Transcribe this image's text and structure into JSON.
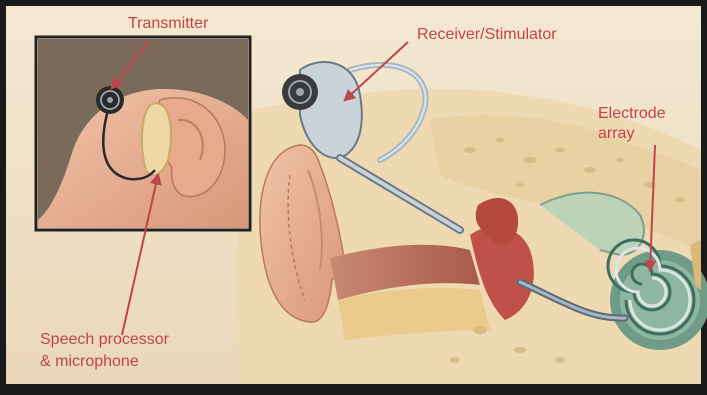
{
  "labels": {
    "transmitter": "Transmitter",
    "receiver": "Receiver/Stimulator",
    "electrode_line1": "Electrode",
    "electrode_line2": "array",
    "processor_line1": "Speech processor",
    "processor_line2": "& microphone"
  },
  "colors": {
    "label_text": "#c0444a",
    "arrow": "#c0444a",
    "frame": "#1a1a1a",
    "background": "#f1e3c9",
    "skin": "#e9b597",
    "hair": "#7a6a5a",
    "device": "#3a3a3a",
    "cochlea": "#6f9c88"
  },
  "icons": [
    "transmitter-coil",
    "receiver-stimulator-implant",
    "electrode-array-coil",
    "speech-processor"
  ]
}
